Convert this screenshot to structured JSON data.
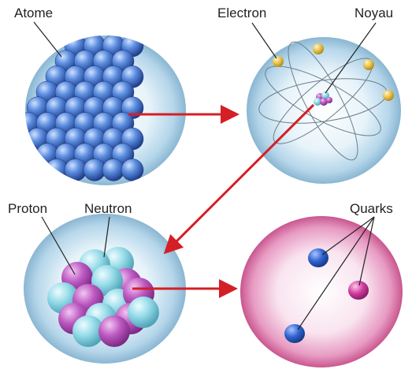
{
  "labels": {
    "atom": "Atome",
    "electron": "Electron",
    "nucleus": "Noyau",
    "proton": "Proton",
    "neutron": "Neutron",
    "quarks": "Quarks"
  },
  "colors": {
    "arrow": "#d41f26",
    "atom_sphere": "#3f6fc4",
    "proton": "#b350b8",
    "neutron": "#8fd6e4",
    "electron": "#e7c14a",
    "quark_blue": "#2f63cf",
    "quark_pink": "#cf3d9e",
    "bubble_blue": "#cfe6f3",
    "bubble_pink": "#e27bb0"
  }
}
